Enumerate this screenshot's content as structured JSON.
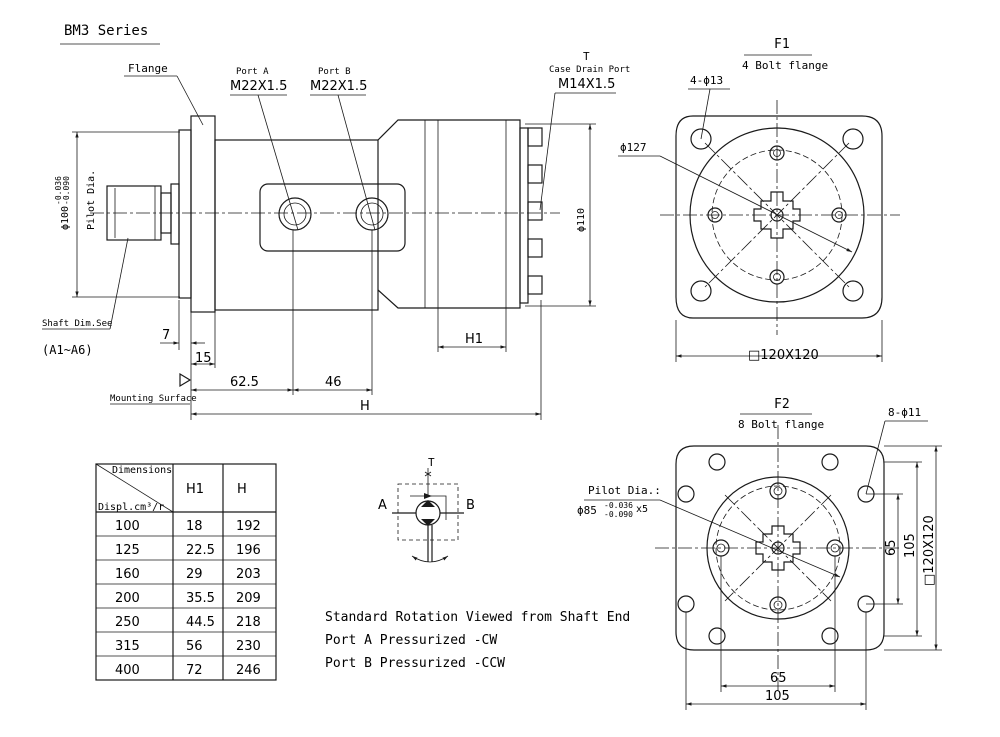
{
  "title": "BM3 Series",
  "side_view": {
    "flange": "Flange",
    "port_a_label": "Port A",
    "port_a_thread": "M22X1.5",
    "port_b_label": "Port B",
    "port_b_thread": "M22X1.5",
    "t_label": "T",
    "case_drain_label": "Case Drain Port",
    "case_drain_thread": "M14X1.5",
    "pilot_dia_value": "ϕ100",
    "pilot_dia_tol_upper": "-0.036",
    "pilot_dia_tol_lower": "-0.090",
    "pilot_dia_text": "Pilot Dia.",
    "dim_110": "ϕ110",
    "shaft_dim_see": "Shaft Dim.See",
    "shaft_range": "(A1~A6)",
    "dim_7": "7",
    "dim_15": "15",
    "dim_62_5": "62.5",
    "dim_46": "46",
    "dim_h": "H",
    "dim_h1": "H1",
    "mounting_surface": "Mounting Surface"
  },
  "f1": {
    "name": "F1",
    "desc": "4 Bolt flange",
    "holes": "4-ϕ13",
    "dia": "ϕ127",
    "square": "□120X120"
  },
  "f2": {
    "name": "F2",
    "desc": "8 Bolt flange",
    "holes": "8-ϕ11",
    "pilot_label": "Pilot Dia.:",
    "pilot_value": "ϕ85",
    "pilot_tol_upper": "-0.036",
    "pilot_tol_lower": "-0.090",
    "pilot_suffix": "x5",
    "dim_65_v": "65",
    "dim_105_v": "105",
    "dim_sq_v": "□120X120",
    "dim_65_h": "65",
    "dim_105_h": "105"
  },
  "schematic": {
    "t": "T",
    "a": "A",
    "b": "B"
  },
  "table": {
    "header_dimensions": "Dimensions",
    "header_displ": "Displ.cm³/r",
    "col_h1": "H1",
    "col_h": "H",
    "rows": [
      {
        "displ": "100",
        "h1": "18",
        "h": "192"
      },
      {
        "displ": "125",
        "h1": "22.5",
        "h": "196"
      },
      {
        "displ": "160",
        "h1": "29",
        "h": "203"
      },
      {
        "displ": "200",
        "h1": "35.5",
        "h": "209"
      },
      {
        "displ": "250",
        "h1": "44.5",
        "h": "218"
      },
      {
        "displ": "315",
        "h1": "56",
        "h": "230"
      },
      {
        "displ": "400",
        "h1": "72",
        "h": "246"
      }
    ]
  },
  "notes": {
    "line1": "Standard Rotation Viewed from Shaft End",
    "line2": "Port A Pressurized -CW",
    "line3": "Port B Pressurized -CCW"
  }
}
